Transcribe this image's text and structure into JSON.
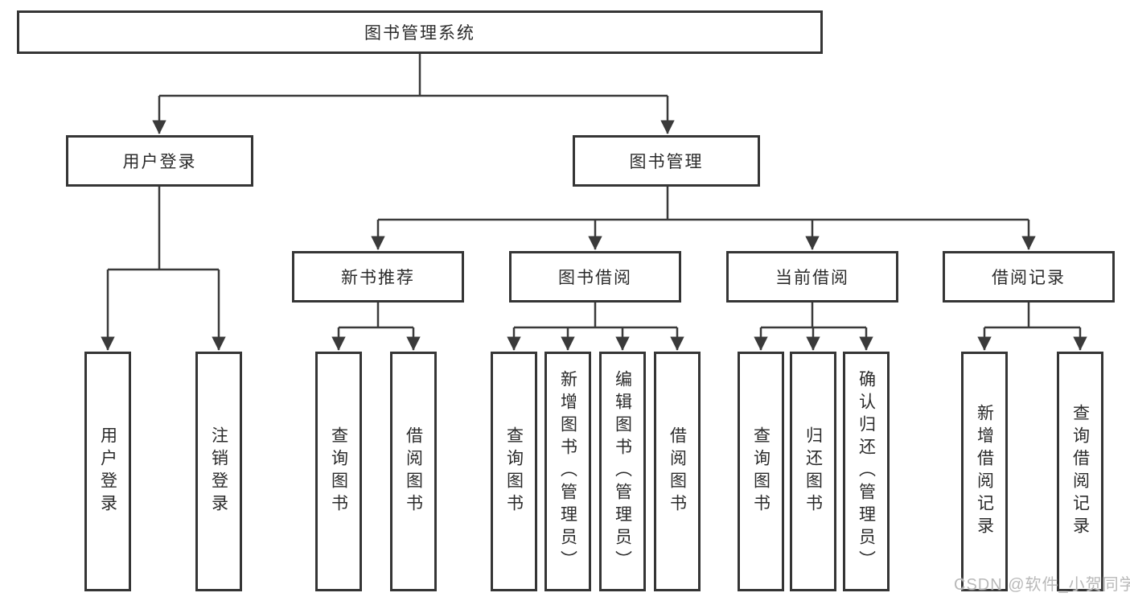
{
  "diagram": {
    "title": "图书管理系统",
    "tree": {
      "root": {
        "label": "图书管理系统"
      },
      "level2": [
        {
          "label": "用户登录"
        },
        {
          "label": "图书管理"
        }
      ],
      "level3": [
        {
          "label": "新书推荐",
          "parent": "图书管理"
        },
        {
          "label": "图书借阅",
          "parent": "图书管理"
        },
        {
          "label": "当前借阅",
          "parent": "图书管理"
        },
        {
          "label": "借阅记录",
          "parent": "图书管理"
        }
      ],
      "leaves": [
        {
          "label": "用户登录",
          "parent": "用户登录"
        },
        {
          "label": "注销登录",
          "parent": "用户登录"
        },
        {
          "label": "查询图书",
          "parent": "新书推荐"
        },
        {
          "label": "借阅图书",
          "parent": "新书推荐"
        },
        {
          "label": "查询图书",
          "parent": "图书借阅"
        },
        {
          "label": "新增图书（管理员）",
          "parent": "图书借阅"
        },
        {
          "label": "编辑图书（管理员）",
          "parent": "图书借阅"
        },
        {
          "label": "借阅图书",
          "parent": "图书借阅"
        },
        {
          "label": "查询图书",
          "parent": "当前借阅"
        },
        {
          "label": "归还图书",
          "parent": "当前借阅"
        },
        {
          "label": "确认归还（管理员）",
          "parent": "当前借阅"
        },
        {
          "label": "新增借阅记录",
          "parent": "借阅记录"
        },
        {
          "label": "查询借阅记录",
          "parent": "借阅记录"
        }
      ]
    },
    "watermark": "CSDN @软件_小贺同学",
    "colors": {
      "line": "#3a3a3a",
      "border": "#353535",
      "text": "#2b2b2b",
      "watermark": "#b9b9b9",
      "background": "#ffffff"
    }
  }
}
